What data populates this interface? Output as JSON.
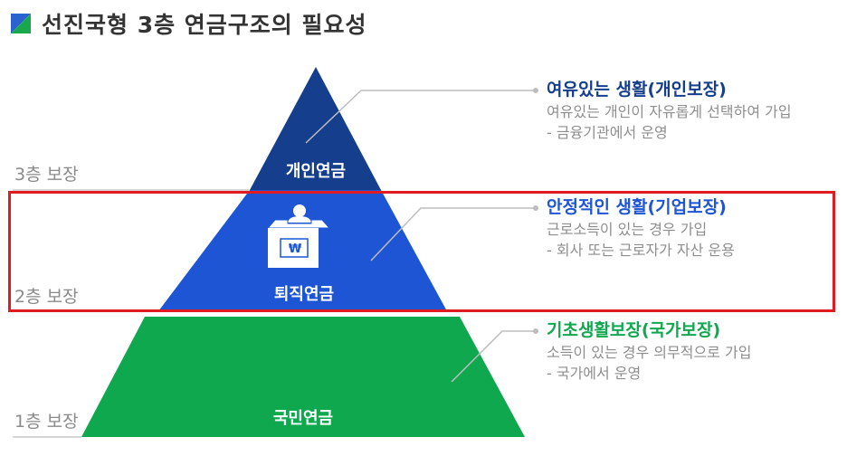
{
  "title": "선진국형 3층 연금구조의 필요성",
  "colors": {
    "tier3": "#153e8c",
    "tier2": "#1d55d4",
    "tier1": "#10a84e",
    "highlight": "#e11b22"
  },
  "levels": [
    {
      "label": "3층 보장"
    },
    {
      "label": "2층 보장"
    },
    {
      "label": "1층 보장"
    }
  ],
  "tiers": [
    {
      "label": "개인연금"
    },
    {
      "label": "퇴직연금"
    },
    {
      "label": "국민연금"
    }
  ],
  "descriptions": [
    {
      "heading": "여유있는 생활(개인보장)",
      "lines": [
        "여유있는 개인이 자유롭게 선택하여 가입",
        "- 금융기관에서 운영"
      ]
    },
    {
      "heading": "안정적인 생활(기업보장)",
      "lines": [
        "근로소득이 있는 경우 가입",
        "- 회사 또는 근로자가 자산 운용"
      ]
    },
    {
      "heading": "기초생활보장(국가보장)",
      "lines": [
        "소득이 있는 경우 의무적으로 가입",
        "- 국가에서 운영"
      ]
    }
  ],
  "icon": {
    "name": "money-box-icon",
    "symbol": "₩"
  }
}
